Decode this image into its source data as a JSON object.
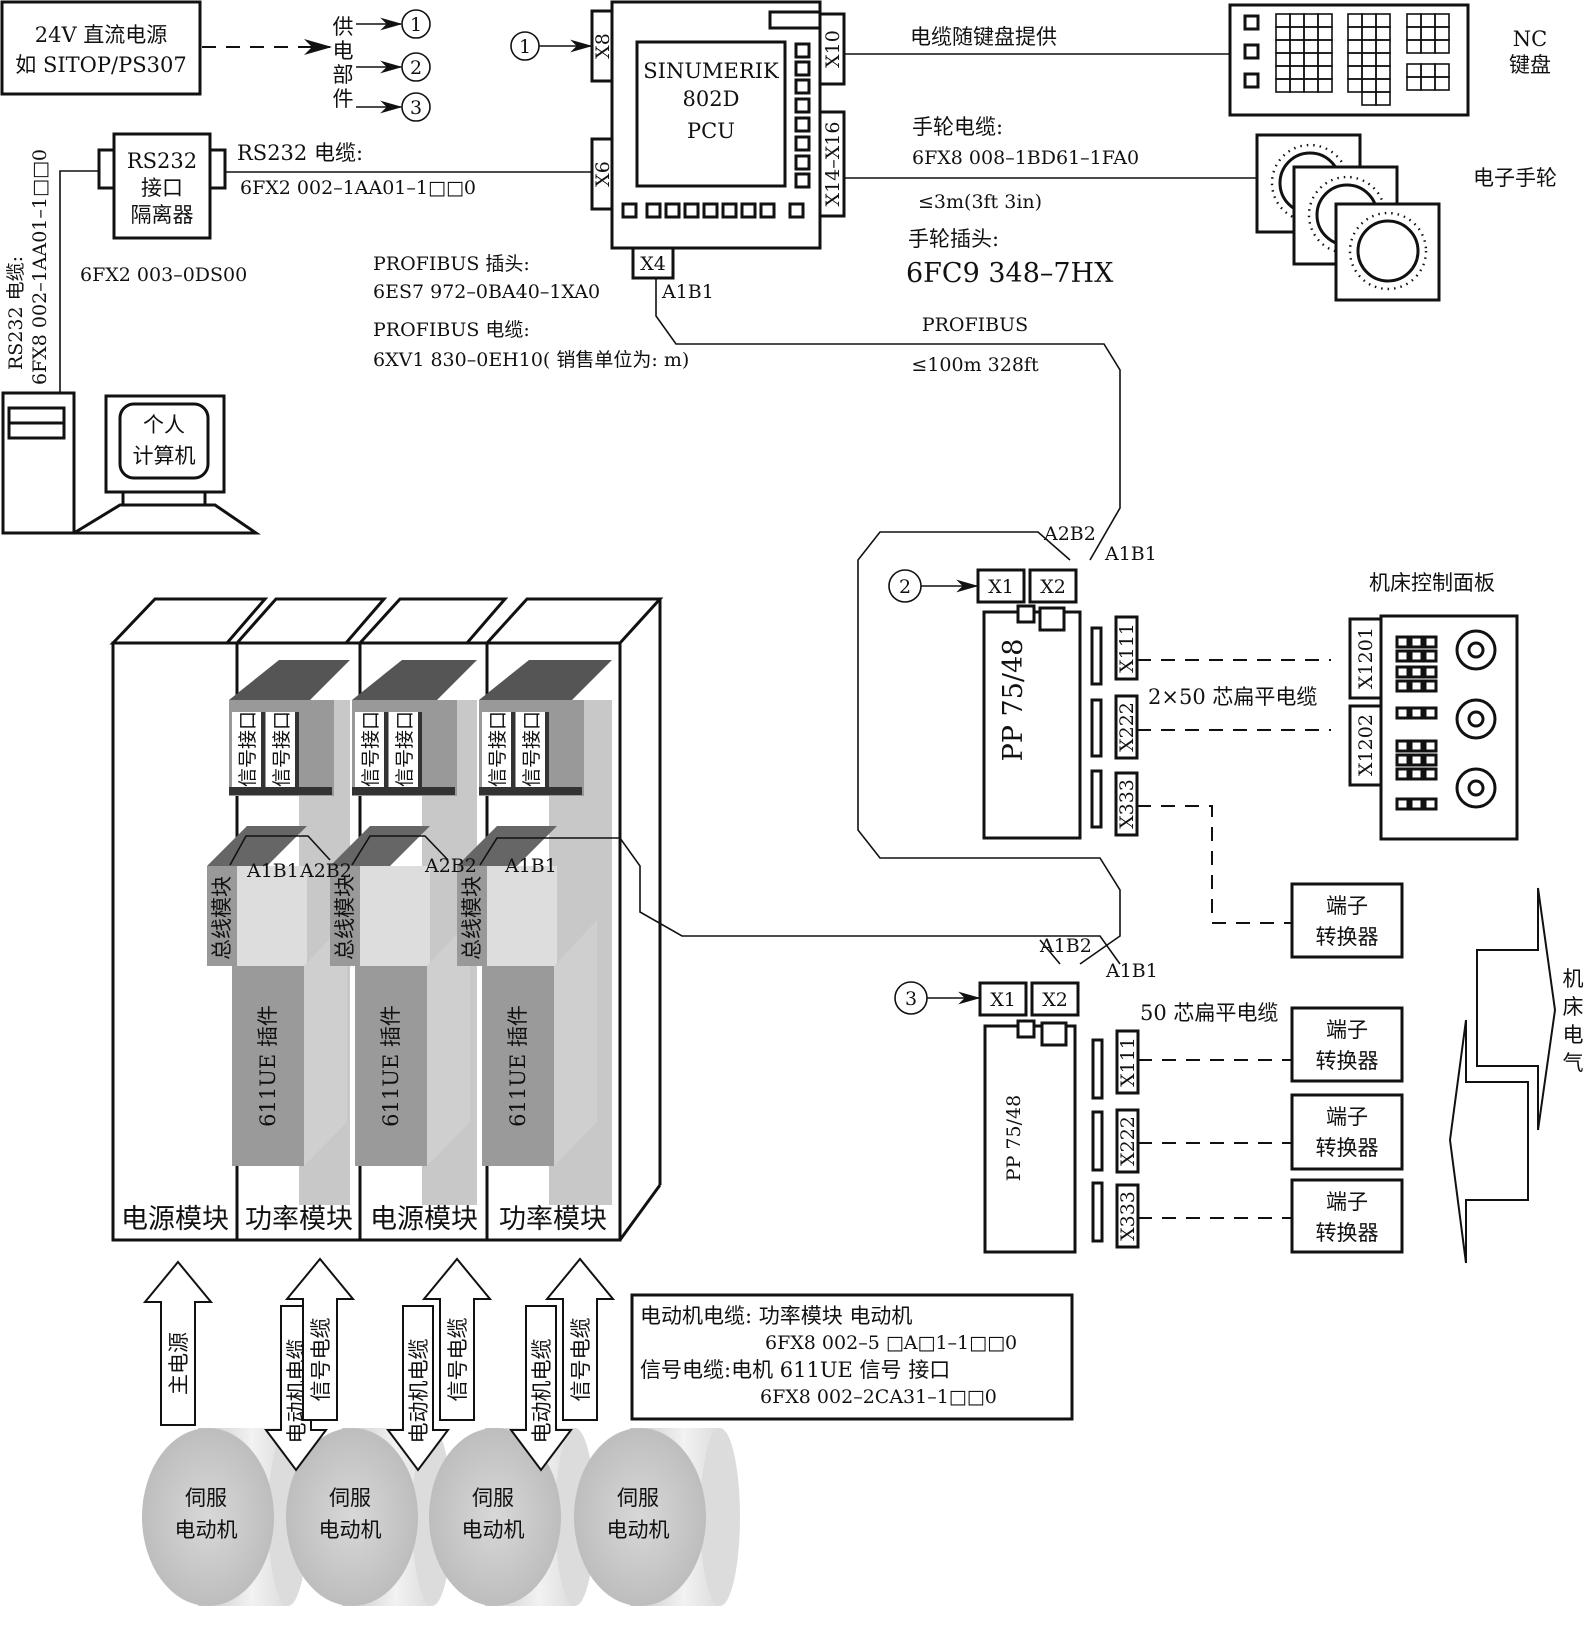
{
  "power_supply": {
    "line1": "24V 直流电源",
    "line2": "如 SITOP/PS307",
    "supply_label_chars": [
      "供",
      "电",
      "部",
      "件"
    ],
    "outputs": [
      "1",
      "2",
      "3"
    ]
  },
  "pcu": {
    "title_line1": "SINUMERIK",
    "title_line2": "802D",
    "title_line3": "PCU",
    "ports": {
      "x8": "X8",
      "x6": "X6",
      "x10": "X10",
      "x14_16": "X14–X16",
      "x4": "X4"
    },
    "x4_pin": "A1B1",
    "supply_input": "1"
  },
  "keyboard": {
    "cable_note": "电缆随键盘提供",
    "label_line1": "NC",
    "label_line2": "键盘"
  },
  "handwheel": {
    "cable_title": "手轮电缆:",
    "cable_part": "6FX8 008–1BD61–1FA0",
    "cable_length": "≤3m(3ft 3in)",
    "plug_title": "手轮插头:",
    "plug_part": "6FC9  348–7HX",
    "label": "电子手轮"
  },
  "rs232": {
    "isolator_line1": "RS232",
    "isolator_line2": "接口",
    "isolator_line3": "隔离器",
    "isolator_part": "6FX2 003–0DS00",
    "cable_title": "RS232 电缆:",
    "cable_part": "6FX2 002–1AA01–1□□0",
    "pc_cable_title": "RS232 电缆:",
    "pc_cable_part": "6FX8 002–1AA01–1□□0"
  },
  "pc": {
    "line1": "个人",
    "line2": "计算机"
  },
  "profibus": {
    "plug_title": "PROFIBUS 插头:",
    "plug_part": "6ES7 972–0BA40–1XA0",
    "cable_title": "PROFIBUS 电缆:",
    "cable_part": "6XV1 830–0EH10( 销售单位为: m)",
    "bus_label": "PROFIBUS",
    "bus_length": "≤100m 328ft"
  },
  "io_module_1": {
    "name": "PP 75/48",
    "supply_input": "2",
    "ports": [
      "X1",
      "X2",
      "X111",
      "X222",
      "X333"
    ],
    "pin_left": "A2B2",
    "pin_right": "A1B1",
    "cable_label": "2×50 芯扁平电缆"
  },
  "machine_panel": {
    "title": "机床控制面板",
    "ports": [
      "X1201",
      "X1202"
    ]
  },
  "io_module_2": {
    "name": "PP 75/48",
    "supply_input": "3",
    "ports": [
      "X1",
      "X2",
      "X111",
      "X222",
      "X333"
    ],
    "pin_left": "A1B2",
    "pin_right": "A1B1",
    "cable_label": "50 芯扁平电缆"
  },
  "terminal_converters": [
    {
      "line1": "端子",
      "line2": "转换器"
    },
    {
      "line1": "端子",
      "line2": "转换器"
    },
    {
      "line1": "端子",
      "line2": "转换器"
    },
    {
      "line1": "端子",
      "line2": "转换器"
    }
  ],
  "machine_electrical": {
    "chars": [
      "机",
      "床",
      "电",
      "气"
    ]
  },
  "drive_rack": {
    "signal_port": "信号接口",
    "bus_module": "总线模块",
    "plugin": "611UE 插件",
    "bus_pins": [
      "A1B1",
      "A2B2",
      "A2B2",
      "A1B1"
    ],
    "modules": [
      "电源模块",
      "功率模块",
      "电源模块",
      "功率模块"
    ]
  },
  "arrows": {
    "main_power": "主电源",
    "motor_cable": "电动机电缆",
    "signal_cable": "信号电缆"
  },
  "legend": {
    "line1": "电动机电缆:  功率模块   电动机",
    "line2": "6FX8 002–5 □A□1–1□□0",
    "line3": "信号电缆:电机 611UE 信号 接口",
    "line4": "6FX8  002–2CA31–1□□0"
  },
  "motors": [
    {
      "line1": "伺服",
      "line2": "电动机"
    },
    {
      "line1": "伺服",
      "line2": "电动机"
    },
    {
      "line1": "伺服",
      "line2": "电动机"
    },
    {
      "line1": "伺服",
      "line2": "电动机"
    }
  ]
}
